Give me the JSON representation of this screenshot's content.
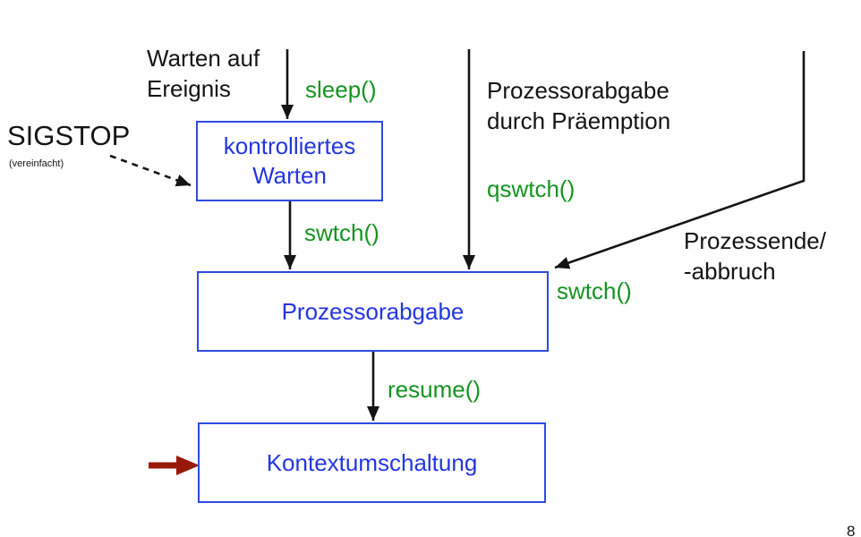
{
  "slide": {
    "page_number": "8"
  },
  "colors": {
    "box_border_blue": "#2e4be2",
    "box_text_blue": "#2436e0",
    "call_green": "#13941f",
    "text_black": "#141414",
    "highlight_arrow_red": "#98190b",
    "slide_bg": "#ffffff"
  },
  "labels": {
    "wait_for_event": {
      "line1": "Warten auf",
      "line2": "Ereignis"
    },
    "sigstop": {
      "title": "SIGSTOP",
      "note": "(vereinfacht)"
    },
    "preemption": {
      "line1": "Prozessorabgabe",
      "line2": "durch Präemption"
    },
    "process_end": {
      "line1": "Prozessende/",
      "line2": "-abbruch"
    }
  },
  "calls": {
    "sleep": "sleep()",
    "swtch_from_wait": "swtch()",
    "qswtch": "qswtch()",
    "swtch_from_end": "swtch()",
    "resume": "resume()"
  },
  "boxes": {
    "controlled_waiting": {
      "line1": "kontrolliertes",
      "line2": "Warten"
    },
    "processor_release": {
      "label": "Prozessorabgabe"
    },
    "context_switch": {
      "label": "Kontextumschaltung"
    }
  }
}
